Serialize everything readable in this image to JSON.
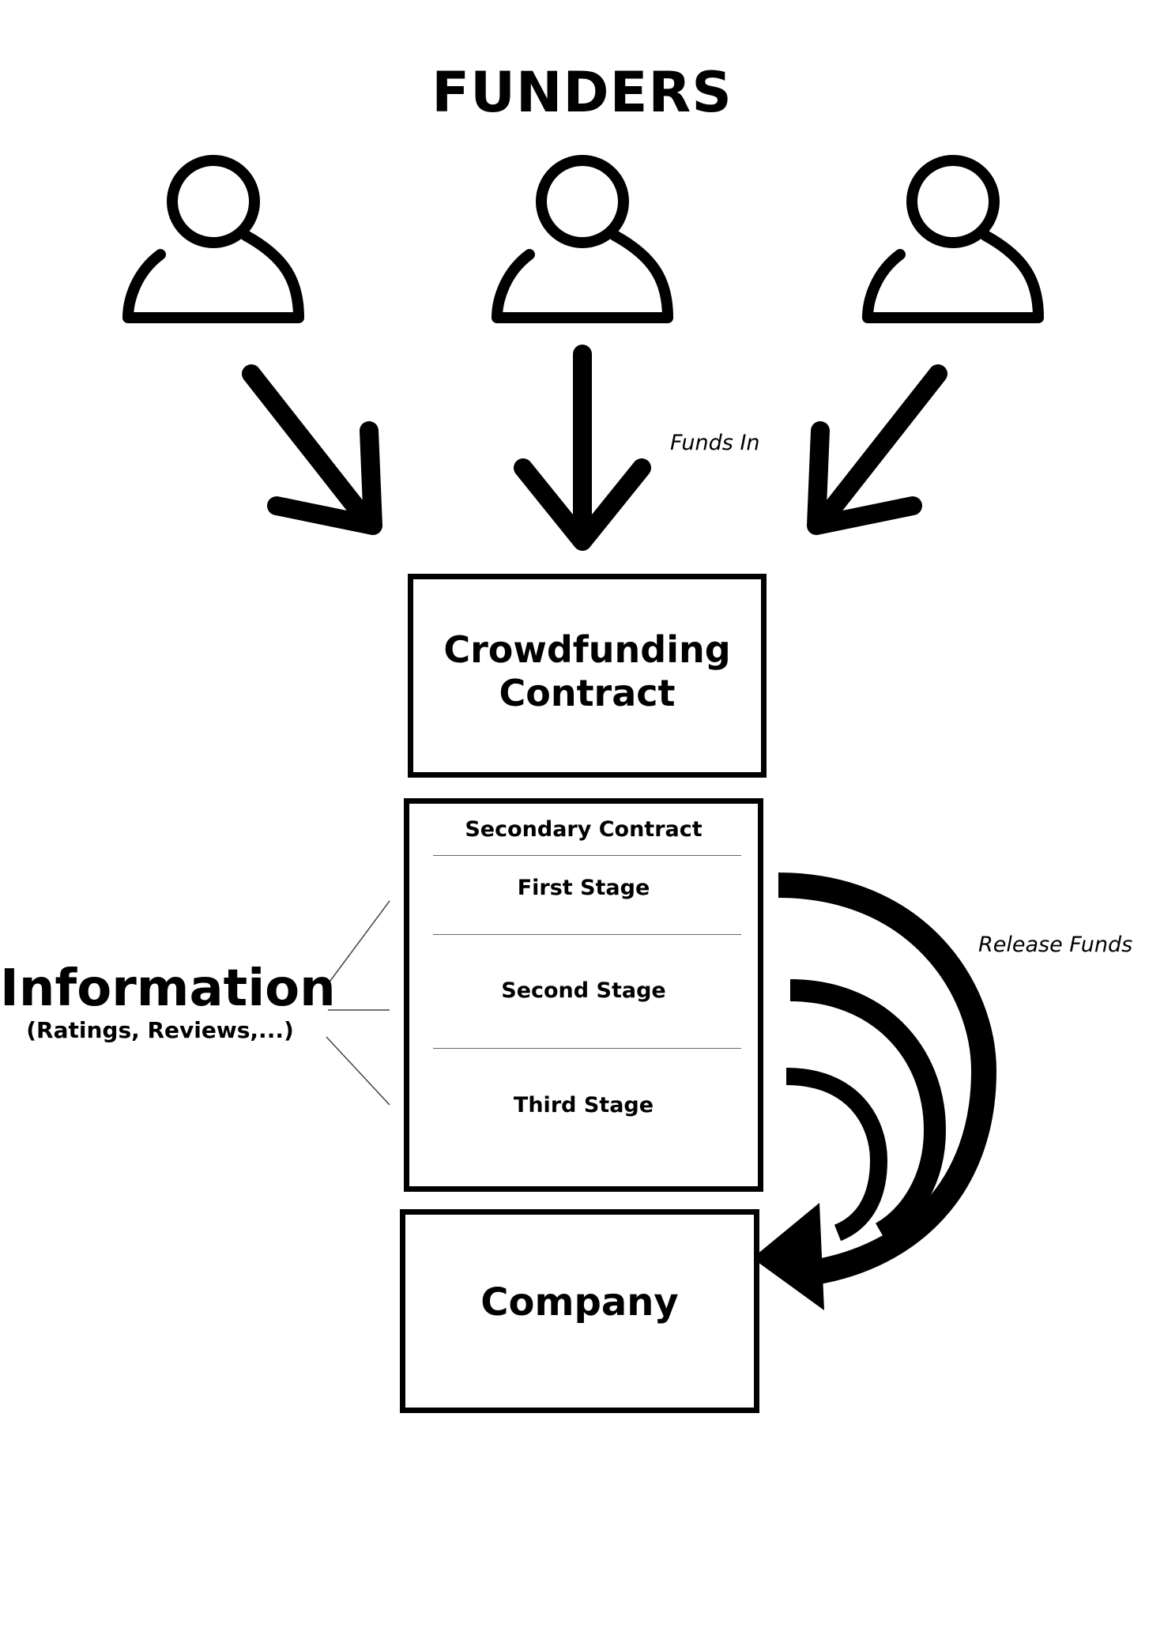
{
  "title": "FUNDERS",
  "labels": {
    "funds_in": "Funds In",
    "release_funds": "Release Funds"
  },
  "crowdfunding_box": {
    "line1": "Crowdfunding",
    "line2": "Contract"
  },
  "secondary_box": {
    "heading": "Secondary Contract",
    "stages": [
      "First Stage",
      "Second Stage",
      "Third Stage"
    ]
  },
  "company_box": {
    "label": "Company"
  },
  "information": {
    "heading": "Information",
    "subheading": "(Ratings, Reviews,...)"
  },
  "funders": [
    {
      "icon": "person-icon"
    },
    {
      "icon": "person-icon"
    },
    {
      "icon": "person-icon"
    }
  ]
}
